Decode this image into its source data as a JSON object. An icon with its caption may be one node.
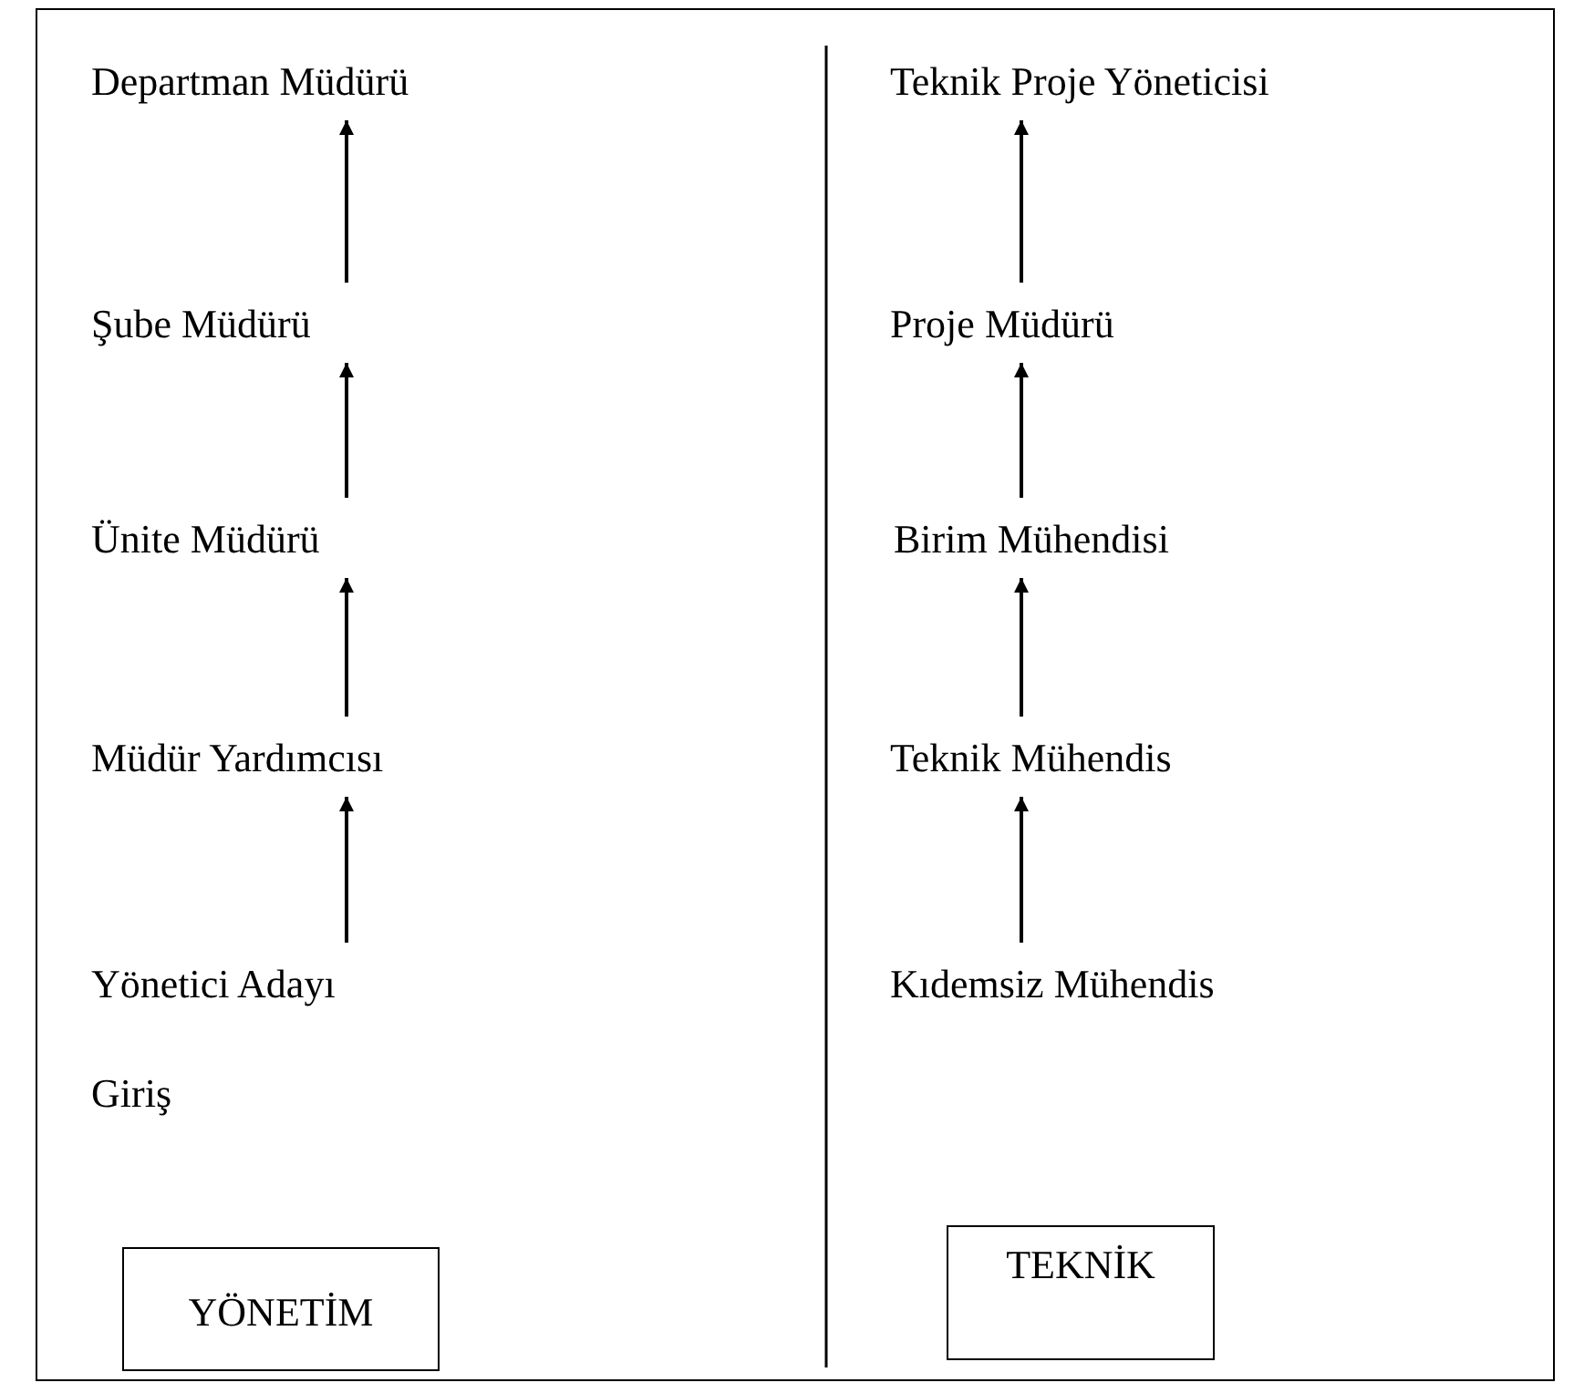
{
  "diagram": {
    "nodes": [
      {
        "text": [
          "Departman Müdürü"
        ]
      },
      {
        "text": [
          "Şube Müdürü"
        ]
      },
      {
        "text": [
          "Ünite Müdürü"
        ]
      },
      {
        "text": [
          "Müdür Yardımcısı"
        ]
      },
      {
        "text": [
          "Yönetici Adayı"
        ]
      },
      {
        "text": [
          "Teknik Proje Yöneticisi"
        ]
      },
      {
        "text": [
          "Proje Müdürü"
        ]
      },
      {
        "text": [
          "Birim Mühendisi"
        ]
      },
      {
        "text": [
          "Teknik Mühendis"
        ]
      },
      {
        "text": [
          "Kıdemsiz Mühendis"
        ]
      },
      {
        "text": [
          "YÖNETİM"
        ]
      },
      {
        "text": [
          "TEKNİK"
        ]
      }
    ],
    "edges": [
      {
        "from": 1,
        "to": 0,
        "arrow": "to"
      },
      {
        "from": 2,
        "to": 1,
        "arrow": "to"
      },
      {
        "from": 3,
        "to": 2,
        "arrow": "to"
      },
      {
        "from": 4,
        "to": 3,
        "arrow": "to"
      },
      {
        "from": 6,
        "to": 5,
        "arrow": "to"
      },
      {
        "from": 7,
        "to": 6,
        "arrow": "to"
      },
      {
        "from": 8,
        "to": 7,
        "arrow": "to"
      },
      {
        "from": 9,
        "to": 8,
        "arrow": "to"
      }
    ],
    "labels": [
      "Giriş"
    ]
  }
}
